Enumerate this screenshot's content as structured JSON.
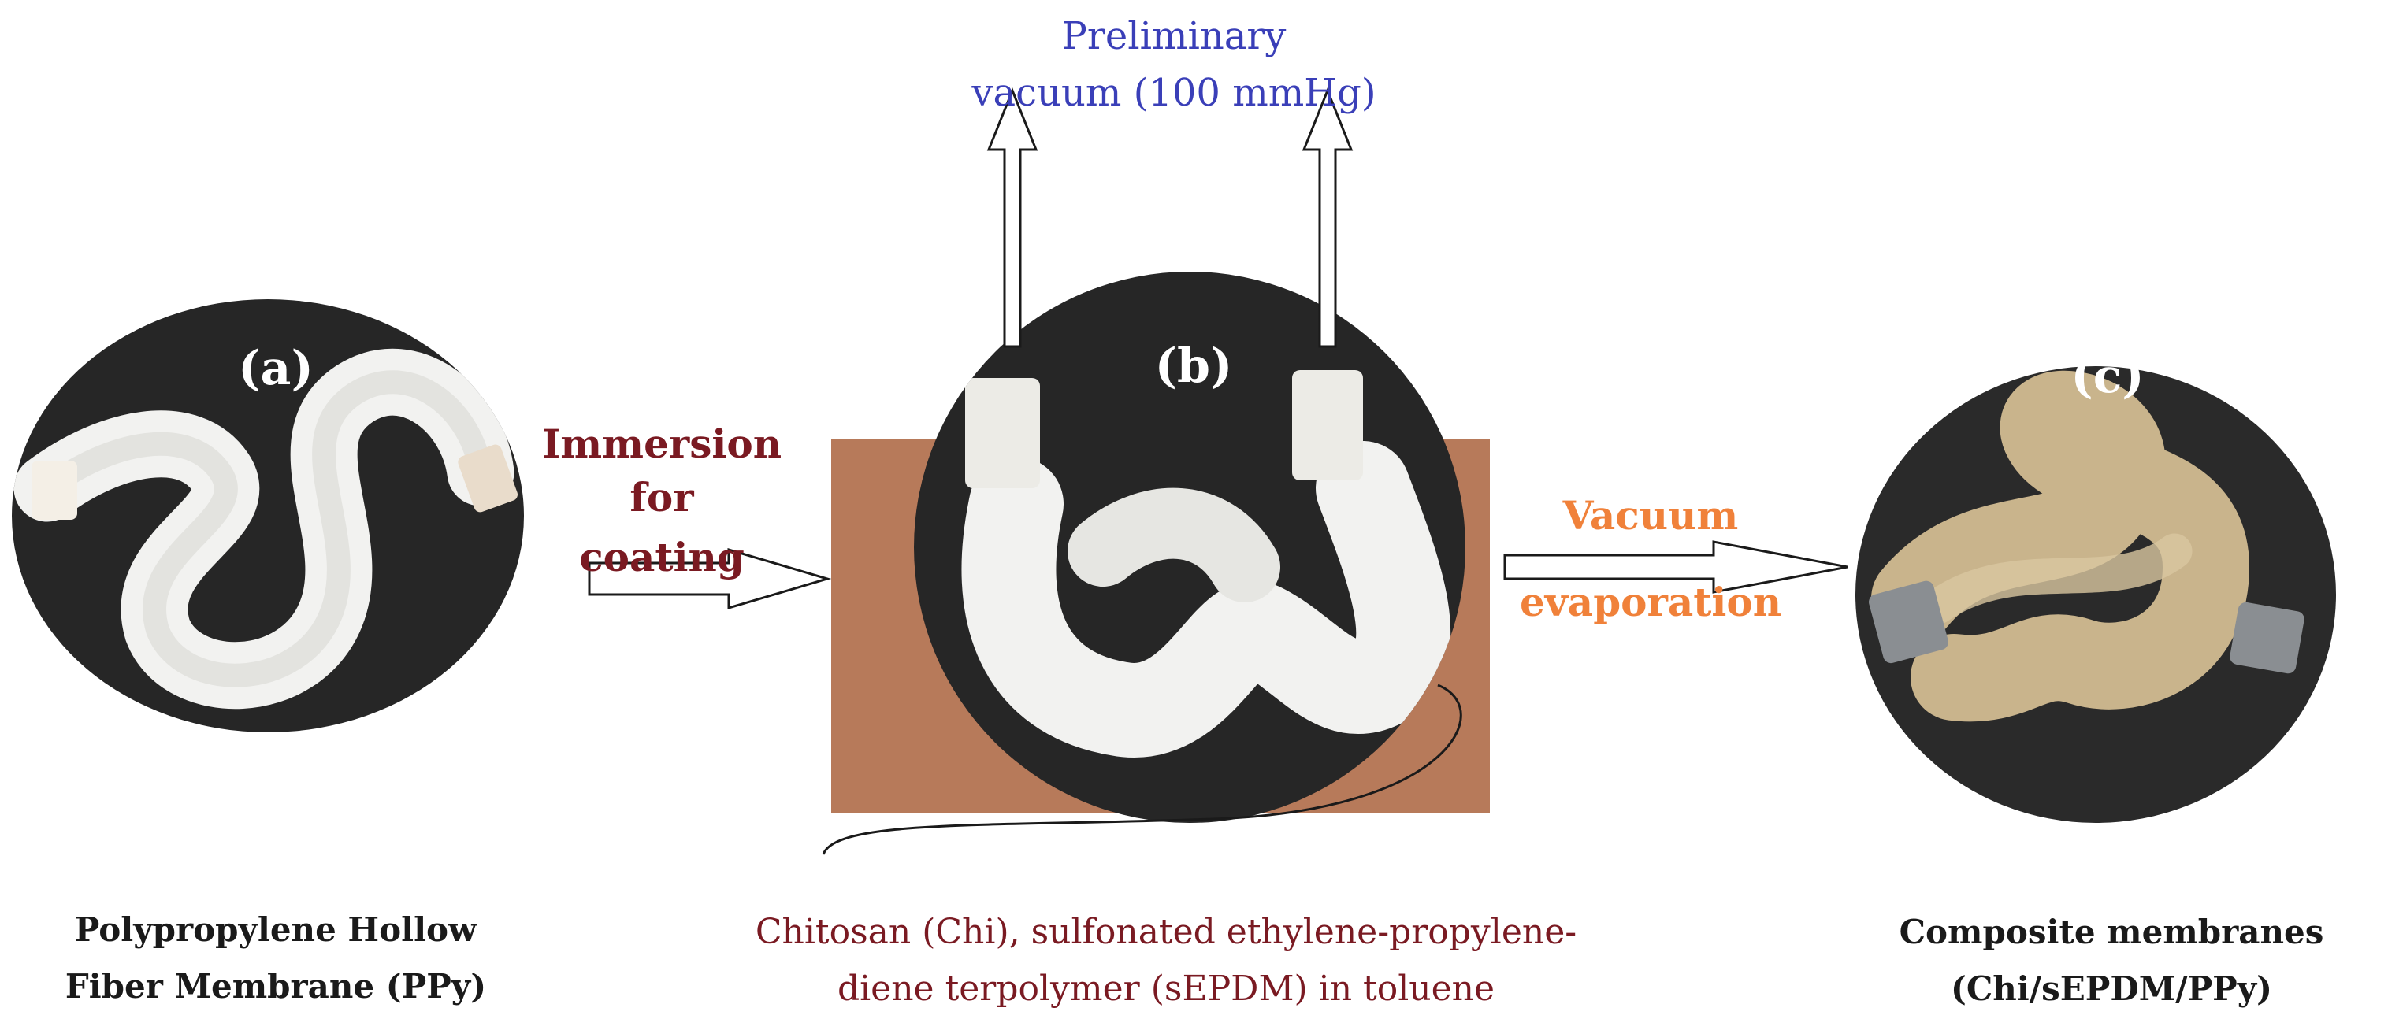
{
  "colors": {
    "dark_red": "#7a1a22",
    "blue": "#3a3fb8",
    "orange": "#f0813a",
    "black": "#1a1a1a",
    "bath": "#b77a5a",
    "photo_bg": "#262626",
    "fiber_white": "#f2f2f0",
    "fiber_beige": "#c9b48c"
  },
  "panels": {
    "a": {
      "letter": "(a)",
      "caption_line1": "Polypropylene Hollow",
      "caption_line2": "Fiber Membrane (PPy)"
    },
    "b": {
      "letter": "(b)",
      "caption_line1": "Chitosan (Chi), sulfonated ethylene-propylene-",
      "caption_line2": "diene terpolymer (sEPDM) in toluene"
    },
    "c": {
      "letter": "(c)",
      "caption_line1": "Composite membranes",
      "caption_line2": "(Chi/sEPDM/PPy)"
    }
  },
  "steps": {
    "immersion": {
      "line1": "Immersion",
      "line2": "for",
      "line3": "coating"
    },
    "vacuum_top": {
      "line1": "Preliminary",
      "line2": "vacuum (100 mmHg)"
    },
    "evaporation": {
      "line1": "Vacuum",
      "line2": "evaporation"
    }
  }
}
